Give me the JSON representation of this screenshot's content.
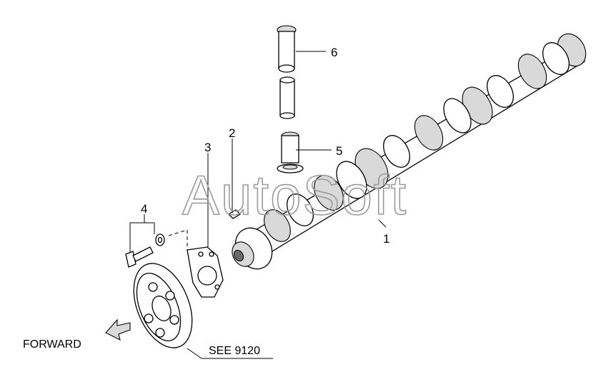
{
  "watermark": "AutoSoft",
  "callouts": {
    "c1": "1",
    "c2": "2",
    "c3": "3",
    "c4": "4",
    "c5": "5",
    "c6": "6"
  },
  "forward_label": "FORWARD",
  "see_ref": "SEE 9120",
  "colors": {
    "line": "#000000",
    "shade": "#d9d9d9",
    "watermark": "#9a9a9a"
  }
}
